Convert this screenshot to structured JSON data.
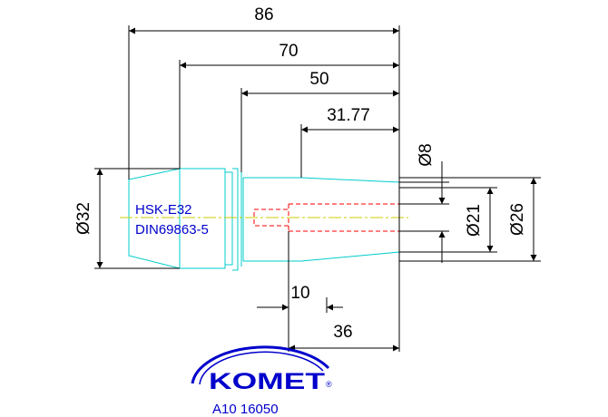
{
  "dimensions": {
    "length_86": "86",
    "length_70": "70",
    "length_50": "50",
    "length_31_77": "31.77",
    "dia_32": "Ø32",
    "dia_8": "Ø8",
    "dia_21": "Ø21",
    "dia_26": "Ø26",
    "length_10": "10",
    "length_36": "36"
  },
  "labels": {
    "spec_line1": "HSK-E32",
    "spec_line2": "DIN69863-5"
  },
  "logo": {
    "brand": "KOMET",
    "registered": "®"
  },
  "part_number": "A10 16050",
  "colors": {
    "outline": "#00cccc",
    "dimension": "#000000",
    "hidden": "#ff0000",
    "centerline": "#cccc00",
    "brand": "#0000cc"
  }
}
